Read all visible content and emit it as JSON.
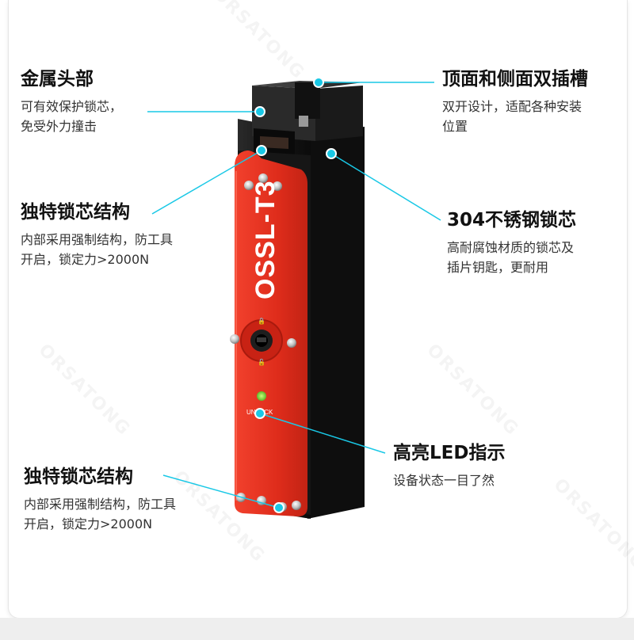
{
  "features": {
    "head": {
      "title": "金属头部",
      "desc_lines": [
        "可有效保护锁芯，",
        "免受外力撞击"
      ]
    },
    "slots": {
      "title": "顶面和侧面双插槽",
      "desc_lines": [
        "双开设计，适配各种安装",
        "位置"
      ]
    },
    "core_top": {
      "title": "独特锁芯结构",
      "desc_lines": [
        "内部采用强制结构，防工具",
        "开启，锁定力>2000N"
      ]
    },
    "steel": {
      "title": "304不锈钢锁芯",
      "desc_lines": [
        "高耐腐蚀材质的锁芯及",
        "插片钥匙，更耐用"
      ]
    },
    "led": {
      "title": "高亮LED指示",
      "desc_lines": [
        "设备状态一目了然"
      ]
    },
    "core_bottom": {
      "title": "独特锁芯结构",
      "desc_lines": [
        "内部采用强制结构，防工具",
        "开启，锁定力>2000N"
      ]
    }
  },
  "product": {
    "model_text": "OSSL-T3",
    "unlock_text": "UNLOCK",
    "brand_color": "#e0301e",
    "body_color": "#141414",
    "led_color": "#8be03a",
    "callout_color": "#19c8e6"
  },
  "watermark_text": "ORSATONG"
}
